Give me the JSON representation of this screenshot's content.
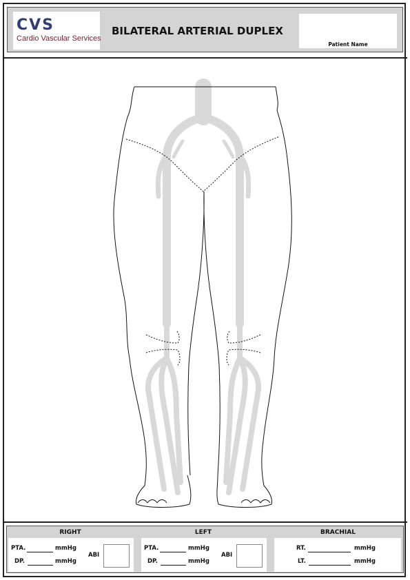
{
  "header": {
    "logo_main": "CVS",
    "logo_sub": "Cardio Vascular Services",
    "title": "BILATERAL ARTERIAL DUPLEX",
    "patient_label": "Patient Name",
    "colors": {
      "logo_main": "#2f3e74",
      "logo_sub": "#7a1b2a",
      "header_bg": "#d4d4d4",
      "artery": "#d9d9d9"
    }
  },
  "footer": {
    "right": {
      "title": "RIGHT",
      "pta": "PTA.",
      "dp": "DP.",
      "unit": "mmHg",
      "abi": "ABI"
    },
    "left": {
      "title": "LEFT",
      "pta": "PTA.",
      "dp": "DP.",
      "unit": "mmHg",
      "abi": "ABI"
    },
    "brachial": {
      "title": "BRACHIAL",
      "rt": "RT.",
      "lt": "LT.",
      "unit": "mmHg"
    }
  }
}
